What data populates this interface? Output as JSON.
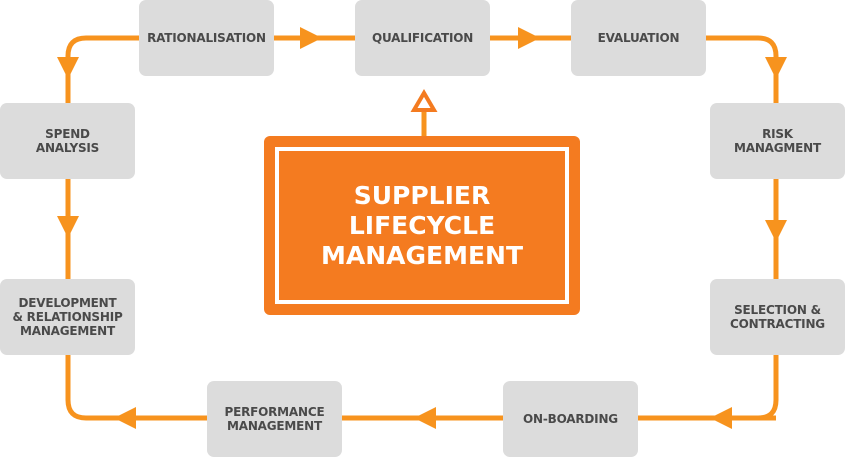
{
  "title": "SUPPLIER\nLIFECYCLE\nMANAGEMENT",
  "steps": {
    "rationalisation": "RATIONALISATION",
    "qualification": "QUALIFICATION",
    "evaluation": "EVALUATION",
    "risk": "RISK\nMANAGMENT",
    "selection": "SELECTION &\nCONTRACTING",
    "onboarding": "ON-BOARDING",
    "performance": "PERFORMANCE\nMANAGEMENT",
    "development": "DEVELOPMENT\n& RELATIONSHIP\nMANAGEMENT",
    "spend": "SPEND\nANALYSIS"
  },
  "colors": {
    "accent": "#f7931e",
    "center": "#f47b20",
    "box": "#dcdcdc",
    "text": "#4a4a4a"
  }
}
